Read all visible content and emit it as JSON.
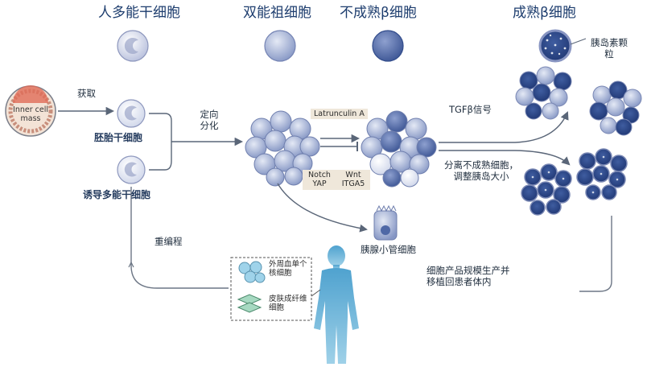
{
  "stages": {
    "pluripotent": "人多能干细胞",
    "bipotent": "双能祖细胞",
    "immature_beta": "不成熟β细胞",
    "mature_beta": "成熟β细胞"
  },
  "labels": {
    "obtain": "获取",
    "inner_cell_mass": "Inner cell mass",
    "embryonic_sc": "胚胎干细胞",
    "ipsc": "诱导多能干细胞",
    "directed_diff": "定向分化",
    "latrunculin": "Latrunculin A",
    "notch_yap": "Notch YAP",
    "wnt_itga5": "Wnt ITGA5",
    "tgfb_signal": "TGFβ信号",
    "islet_granule": "胰岛素颗粒",
    "separate_immature": "分离不成熟细胞，调整胰岛大小",
    "ductal_cell": "胰腺小管细胞",
    "reprogram": "重编程",
    "pbmc": "外周血单个核细胞",
    "fibroblast": "皮肤成纤维细胞",
    "scale_transplant": "细胞产品规模生产并移植回患者体内"
  },
  "colors": {
    "stage_text": "#1d3d6e",
    "light_cell": "#c9cfe6",
    "mid_cell": "#9fb0d6",
    "dark_cell": "#4f68a6",
    "navy_cell": "#2d4a8a",
    "arrow": "#5a6678",
    "human": "#6fb4d6"
  },
  "icons": [
    "blastocyst-icon",
    "stem-cell-icon",
    "cell-cluster-icon",
    "duct-cell-icon",
    "human-body-icon",
    "pbmc-icon",
    "fibroblast-icon",
    "insulin-granule-icon"
  ]
}
